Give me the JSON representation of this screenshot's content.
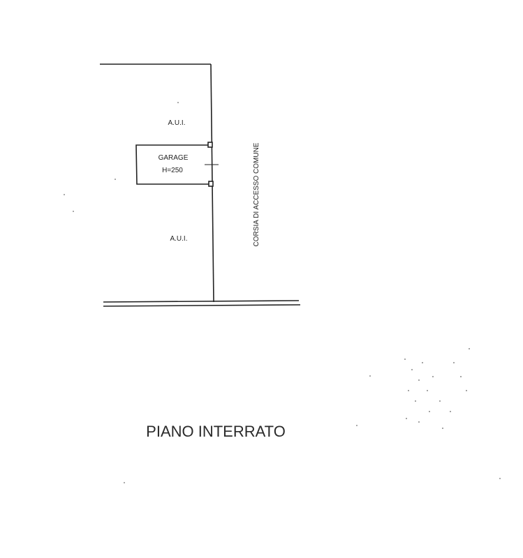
{
  "plan": {
    "labels": {
      "aui_top": "A.U.I.",
      "garage": "GARAGE",
      "garage_height": "H=250",
      "aui_bottom": "A.U.I.",
      "corridor": "CORSIA DI ACCESSO COMUNE"
    },
    "title": "PIANO INTERRATO"
  },
  "colors": {
    "ink": "#222222",
    "paper": "#ffffff"
  }
}
